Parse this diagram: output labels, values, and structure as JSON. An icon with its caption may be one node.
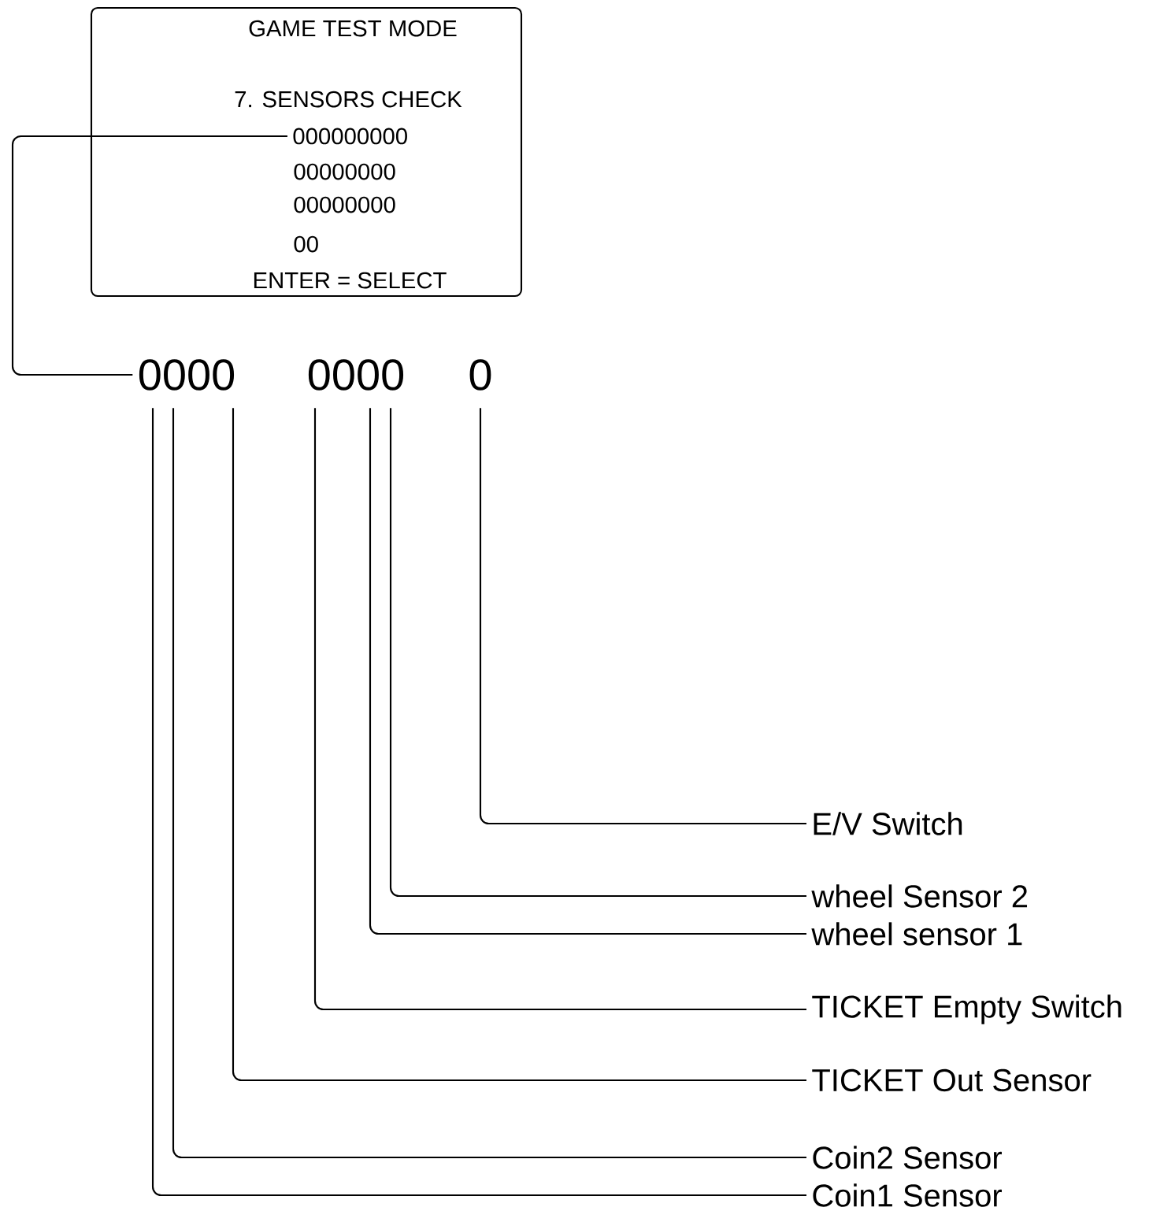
{
  "diagram": {
    "nodes": [
      {
        "text": [
          "GAME TEST MODE",
          "7. SENSORS CHECK",
          "00000000",
          "00000000",
          "00",
          "ENTER = SELECT"
        ]
      },
      {
        "text": [
          "000000000"
        ],
        "in": 0
      },
      {
        "text": [
          "0000"
        ]
      },
      {
        "text": [
          "0000"
        ]
      },
      {
        "text": [
          "0"
        ]
      },
      {
        "text": [
          "E/V Switch"
        ]
      },
      {
        "text": [
          "wheel Sensor 2"
        ]
      },
      {
        "text": [
          "wheel sensor 1"
        ]
      },
      {
        "text": [
          "TICKET Empty Switch"
        ]
      },
      {
        "text": [
          "TICKET Out Sensor"
        ]
      },
      {
        "text": [
          "Coin2 Sensor"
        ]
      },
      {
        "text": [
          "Coin1 Sensor"
        ]
      }
    ],
    "edges": [
      {
        "from": 1,
        "to": 2,
        "arrow": "none"
      },
      {
        "from": 4,
        "to": 5,
        "arrow": "none"
      },
      {
        "from": 3,
        "to": 6,
        "arrow": "none"
      },
      {
        "from": 3,
        "to": 7,
        "arrow": "none"
      },
      {
        "from": 3,
        "to": 8,
        "arrow": "none"
      },
      {
        "from": 2,
        "to": 9,
        "arrow": "none"
      },
      {
        "from": 2,
        "to": 10,
        "arrow": "none"
      },
      {
        "from": 2,
        "to": 11,
        "arrow": "none"
      }
    ]
  }
}
